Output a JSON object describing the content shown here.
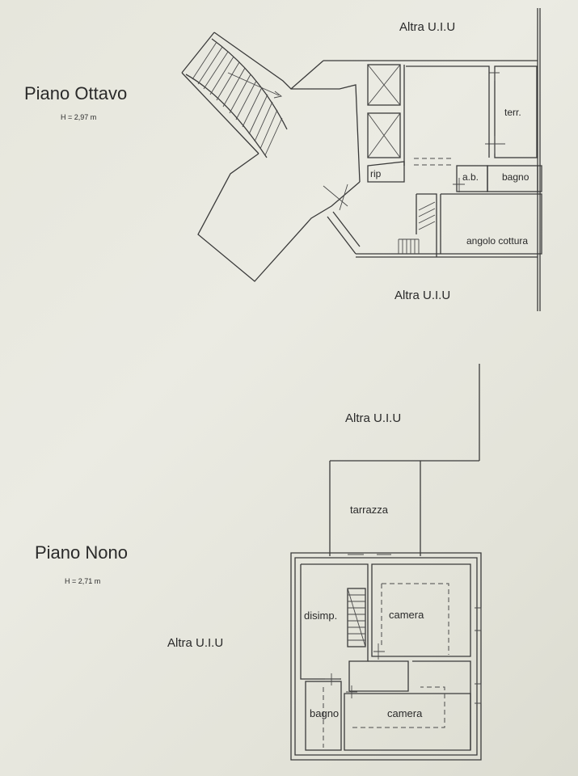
{
  "floor8": {
    "title": "Piano Ottavo",
    "height": "H = 2,97 m",
    "neighbor_top": "Altra U.I.U",
    "neighbor_bottom": "Altra U.I.U",
    "rooms": {
      "terr": "terr.",
      "rip": "rip",
      "ab": "a.b.",
      "bagno": "bagno",
      "angolo_cottura": "angolo cottura"
    }
  },
  "floor9": {
    "title": "Piano Nono",
    "height": "H = 2,71 m",
    "neighbor_top": "Altra U.I.U",
    "neighbor_left": "Altra U.I.U",
    "rooms": {
      "tarrazza": "tarrazza",
      "disimp": "disimp.",
      "camera_1": "camera",
      "bagno": "bagno",
      "camera_2": "camera"
    }
  }
}
